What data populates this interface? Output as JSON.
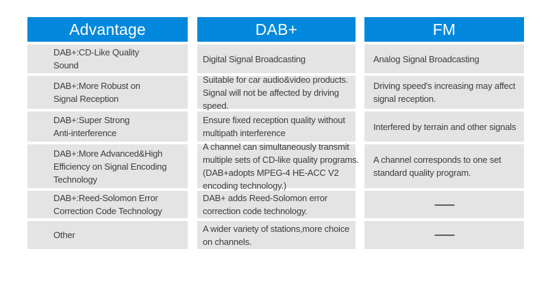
{
  "chart_data": {
    "type": "table",
    "columns": [
      "Advantage",
      "DAB+",
      "FM"
    ],
    "rows": [
      [
        "DAB+:CD-Like Quality\nSound",
        "Digital Signal Broadcasting",
        "Analog Signal Broadcasting"
      ],
      [
        "DAB+:More Robust on\nSignal Reception",
        "Suitable for car audio&video products.\nSignal will not be affected by driving\nspeed.",
        "Driving speed's increasing may affect\nsignal reception."
      ],
      [
        "DAB+:Super Strong\nAnti-interference",
        "Ensure fixed reception quality without\nmultipath interference",
        "Interfered by terrain and other signals"
      ],
      [
        "DAB+:More Advanced&High\nEfficiency on Signal Encoding\nTechnology",
        "A channel can simultaneously transmit\nmultiple sets of CD-like quality programs.\n(DAB+adopts MPEG-4 HE-ACC V2\nencoding technology.)",
        "A channel corresponds to one set\nstandard quality program."
      ],
      [
        "DAB+:Reed-Solomon Error\nCorrection Code Technology",
        "DAB+ adds Reed-Solomon error\ncorrection code technology.",
        "——"
      ],
      [
        "Other",
        "A wider variety of stations,more choice\non channels.",
        "——"
      ]
    ],
    "layout": {
      "legend": "none",
      "grid": "separated-cells"
    }
  },
  "colors": {
    "header_bg": "#0288DC",
    "header_text": "#FFFFFF",
    "cell_bg": "#E4E4E4",
    "body_text": "#3C3C3C",
    "page_bg": "#FFFFFF"
  }
}
